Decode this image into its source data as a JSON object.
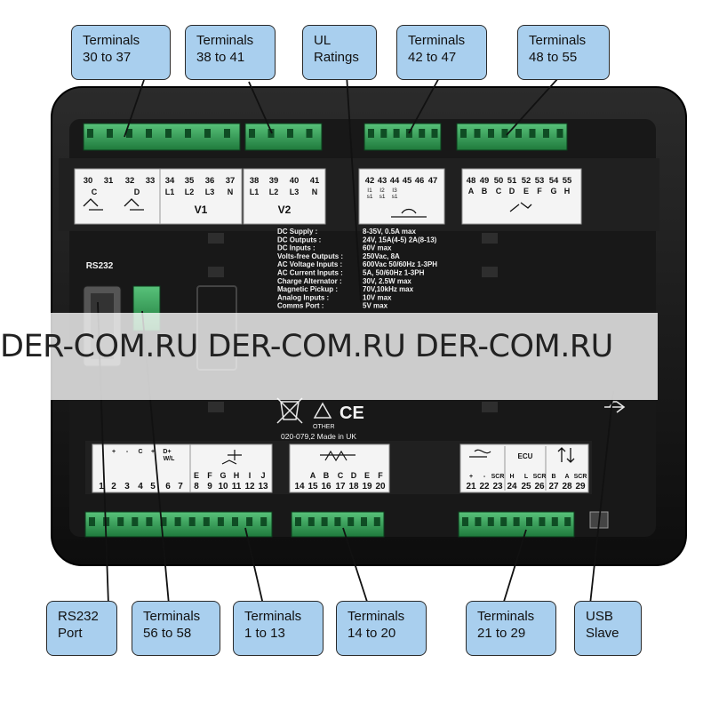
{
  "callouts_top": [
    {
      "id": "t30",
      "lines": [
        "Terminals",
        "30 to 37"
      ]
    },
    {
      "id": "t38",
      "lines": [
        "Terminals",
        "38 to 41"
      ]
    },
    {
      "id": "ul",
      "lines": [
        "UL",
        "Ratings"
      ]
    },
    {
      "id": "t42",
      "lines": [
        "Terminals",
        "42 to 47"
      ]
    },
    {
      "id": "t48",
      "lines": [
        "Terminals",
        "48 to 55"
      ]
    }
  ],
  "callouts_bottom": [
    {
      "id": "rs",
      "lines": [
        "RS232",
        "Port"
      ]
    },
    {
      "id": "t56",
      "lines": [
        "Terminals",
        "56 to 58"
      ]
    },
    {
      "id": "t1",
      "lines": [
        "Terminals",
        "1 to 13"
      ]
    },
    {
      "id": "t14",
      "lines": [
        "Terminals",
        "14 to 20"
      ]
    },
    {
      "id": "t21",
      "lines": [
        "Terminals",
        "21 to 29"
      ]
    },
    {
      "id": "usb",
      "lines": [
        "USB",
        "Slave"
      ]
    }
  ],
  "top_labels": {
    "g1_nums": [
      "30",
      "31",
      "32",
      "33"
    ],
    "g1_sub": [
      "C",
      "D"
    ],
    "v1_nums": [
      "34",
      "35",
      "36",
      "37"
    ],
    "v1_sub": [
      "L1",
      "L2",
      "L3",
      "N"
    ],
    "v1_name": "V1",
    "v2_nums": [
      "38",
      "39",
      "40",
      "41"
    ],
    "v2_sub": [
      "L1",
      "L2",
      "L3",
      "N"
    ],
    "v2_name": "V2",
    "ct_nums": [
      "42",
      "43",
      "44",
      "45",
      "46",
      "47"
    ],
    "ct_sub": [
      "I1",
      "I2",
      "I3"
    ],
    "ct_sub2": [
      "s1",
      "s1",
      "s1"
    ],
    "in_nums": [
      "48",
      "49",
      "50",
      "51",
      "52",
      "53",
      "54",
      "55"
    ],
    "in_sub": [
      "A",
      "B",
      "C",
      "D",
      "E",
      "F",
      "G",
      "H"
    ]
  },
  "rs232_label": "RS232",
  "ratings": [
    {
      "k": "DC Supply :",
      "v": "8-35V, 0.5A max"
    },
    {
      "k": "DC Outputs :",
      "v": "24V, 15A(4-5) 2A(8-13)"
    },
    {
      "k": "DC Inputs :",
      "v": "60V max"
    },
    {
      "k": "Volts-free Outputs :",
      "v": "250Vac, 8A"
    },
    {
      "k": "AC Voltage Inputs :",
      "v": "600Vac 50/60Hz 1-3PH"
    },
    {
      "k": "AC Current Inputs :",
      "v": "5A, 50/60Hz 1-3PH"
    },
    {
      "k": "Charge Alternator :",
      "v": "30V, 2.5W max"
    },
    {
      "k": "Magnetic Pickup :",
      "v": "70V,10kHz max"
    },
    {
      "k": "Analog Inputs :",
      "v": "10V max"
    },
    {
      "k": "Comms Port :",
      "v": "5V max"
    }
  ],
  "marks": {
    "other": "OTHER",
    "ce": "CE",
    "made": "020-079,2    Made in UK"
  },
  "bottom_labels": {
    "b1_nums": [
      "1",
      "2",
      "3",
      "4",
      "5",
      "6",
      "7"
    ],
    "b1_sub": [
      "+",
      "-",
      "C",
      "+",
      "D+",
      "W/L"
    ],
    "b2_nums": [
      "8",
      "9",
      "10",
      "11",
      "12",
      "13"
    ],
    "b2_sub": [
      "E",
      "F",
      "G",
      "H",
      "I",
      "J"
    ],
    "b3_nums": [
      "14",
      "15",
      "16",
      "17",
      "18",
      "19",
      "20"
    ],
    "b3_sub": [
      "A",
      "B",
      "C",
      "D",
      "E",
      "F"
    ],
    "b4_nums": [
      "21",
      "22",
      "23",
      "24",
      "25",
      "26",
      "27",
      "28",
      "29"
    ],
    "b4_sub": [
      "+",
      "-",
      "SCR",
      "H",
      "L",
      "SCR",
      "B",
      "A",
      "SCR"
    ],
    "ecu": "ECU"
  },
  "watermark": "DER-COM.RU DER-COM.RU DER-COM.RU",
  "colors": {
    "callout": "#a9cfee",
    "terminal_green": "#3aa35a",
    "panel": "#141414",
    "label_panel": "#f4f4f4"
  }
}
